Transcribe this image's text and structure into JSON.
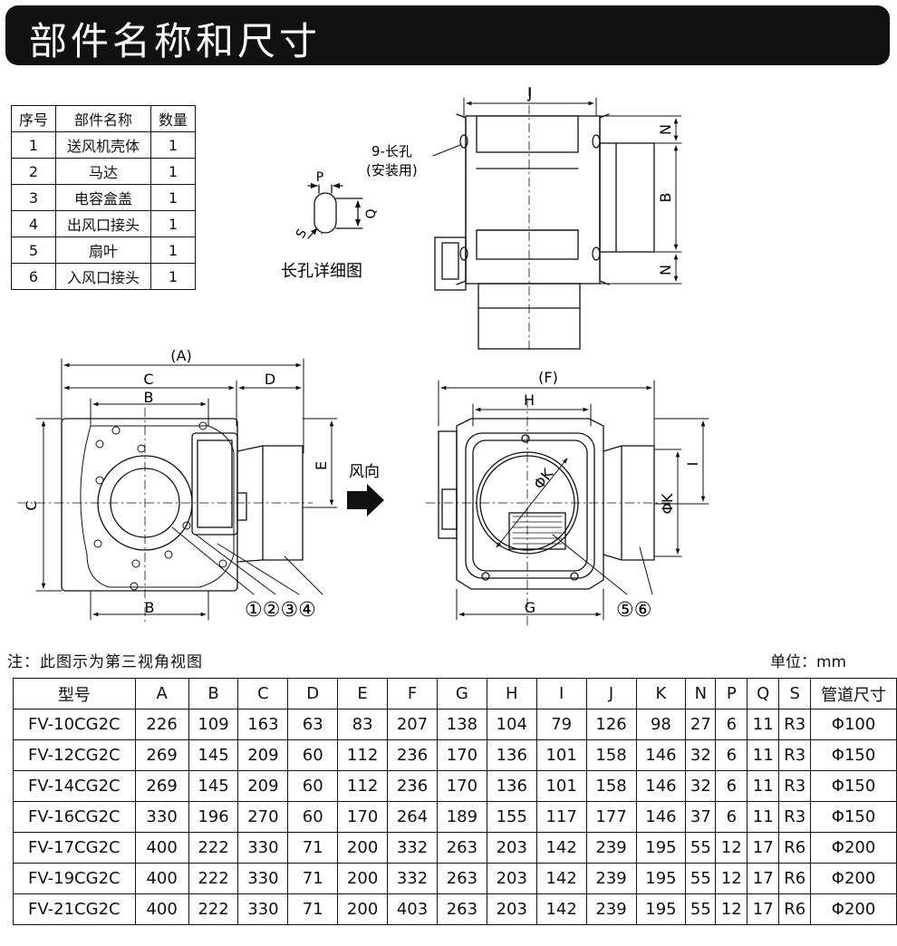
{
  "title": "部件名称和尺寸",
  "parts_table": {
    "headers": [
      "序号",
      "部件名称",
      "数量"
    ],
    "rows": [
      [
        "1",
        "送风机壳体",
        "1"
      ],
      [
        "2",
        "马达",
        "1"
      ],
      [
        "3",
        "电容盒盖",
        "1"
      ],
      [
        "4",
        "出风口接头",
        "1"
      ],
      [
        "5",
        "扇叶",
        "1"
      ],
      [
        "6",
        "入风口接头",
        "1"
      ]
    ]
  },
  "diagram": {
    "slot_label": "9-长孔",
    "slot_sub": "(安装用)",
    "slot_detail_title": "长孔详细图",
    "wind_direction": "风向",
    "letters": {
      "A": "(A)",
      "B": "B",
      "C": "C",
      "D": "D",
      "E": "E",
      "F": "(F)",
      "G": "G",
      "H": "H",
      "I": "I",
      "J": "J",
      "K": "ΦK",
      "N": "N",
      "P": "P",
      "Q": "Q",
      "S": "S"
    },
    "callouts": [
      "①②③④",
      "⑤⑥"
    ]
  },
  "note": "注：此图示为第三视角视图",
  "unit": "单位：mm",
  "dims_table": {
    "headers": [
      "型号",
      "A",
      "B",
      "C",
      "D",
      "E",
      "F",
      "G",
      "H",
      "I",
      "J",
      "K",
      "N",
      "P",
      "Q",
      "S",
      "管道尺寸"
    ],
    "rows": [
      [
        "FV-10CG2C",
        "226",
        "109",
        "163",
        "63",
        "83",
        "207",
        "138",
        "104",
        "79",
        "126",
        "98",
        "27",
        "6",
        "11",
        "R3",
        "Φ100"
      ],
      [
        "FV-12CG2C",
        "269",
        "145",
        "209",
        "60",
        "112",
        "236",
        "170",
        "136",
        "101",
        "158",
        "146",
        "32",
        "6",
        "11",
        "R3",
        "Φ150"
      ],
      [
        "FV-14CG2C",
        "269",
        "145",
        "209",
        "60",
        "112",
        "236",
        "170",
        "136",
        "101",
        "158",
        "146",
        "32",
        "6",
        "11",
        "R3",
        "Φ150"
      ],
      [
        "FV-16CG2C",
        "330",
        "196",
        "270",
        "60",
        "170",
        "264",
        "189",
        "155",
        "117",
        "177",
        "146",
        "37",
        "6",
        "11",
        "R3",
        "Φ150"
      ],
      [
        "FV-17CG2C",
        "400",
        "222",
        "330",
        "71",
        "200",
        "332",
        "263",
        "203",
        "142",
        "239",
        "195",
        "55",
        "12",
        "17",
        "R6",
        "Φ200"
      ],
      [
        "FV-19CG2C",
        "400",
        "222",
        "330",
        "71",
        "200",
        "332",
        "263",
        "203",
        "142",
        "239",
        "195",
        "55",
        "12",
        "17",
        "R6",
        "Φ200"
      ],
      [
        "FV-21CG2C",
        "400",
        "222",
        "330",
        "71",
        "200",
        "403",
        "263",
        "203",
        "142",
        "239",
        "195",
        "55",
        "12",
        "17",
        "R6",
        "Φ200"
      ]
    ]
  }
}
